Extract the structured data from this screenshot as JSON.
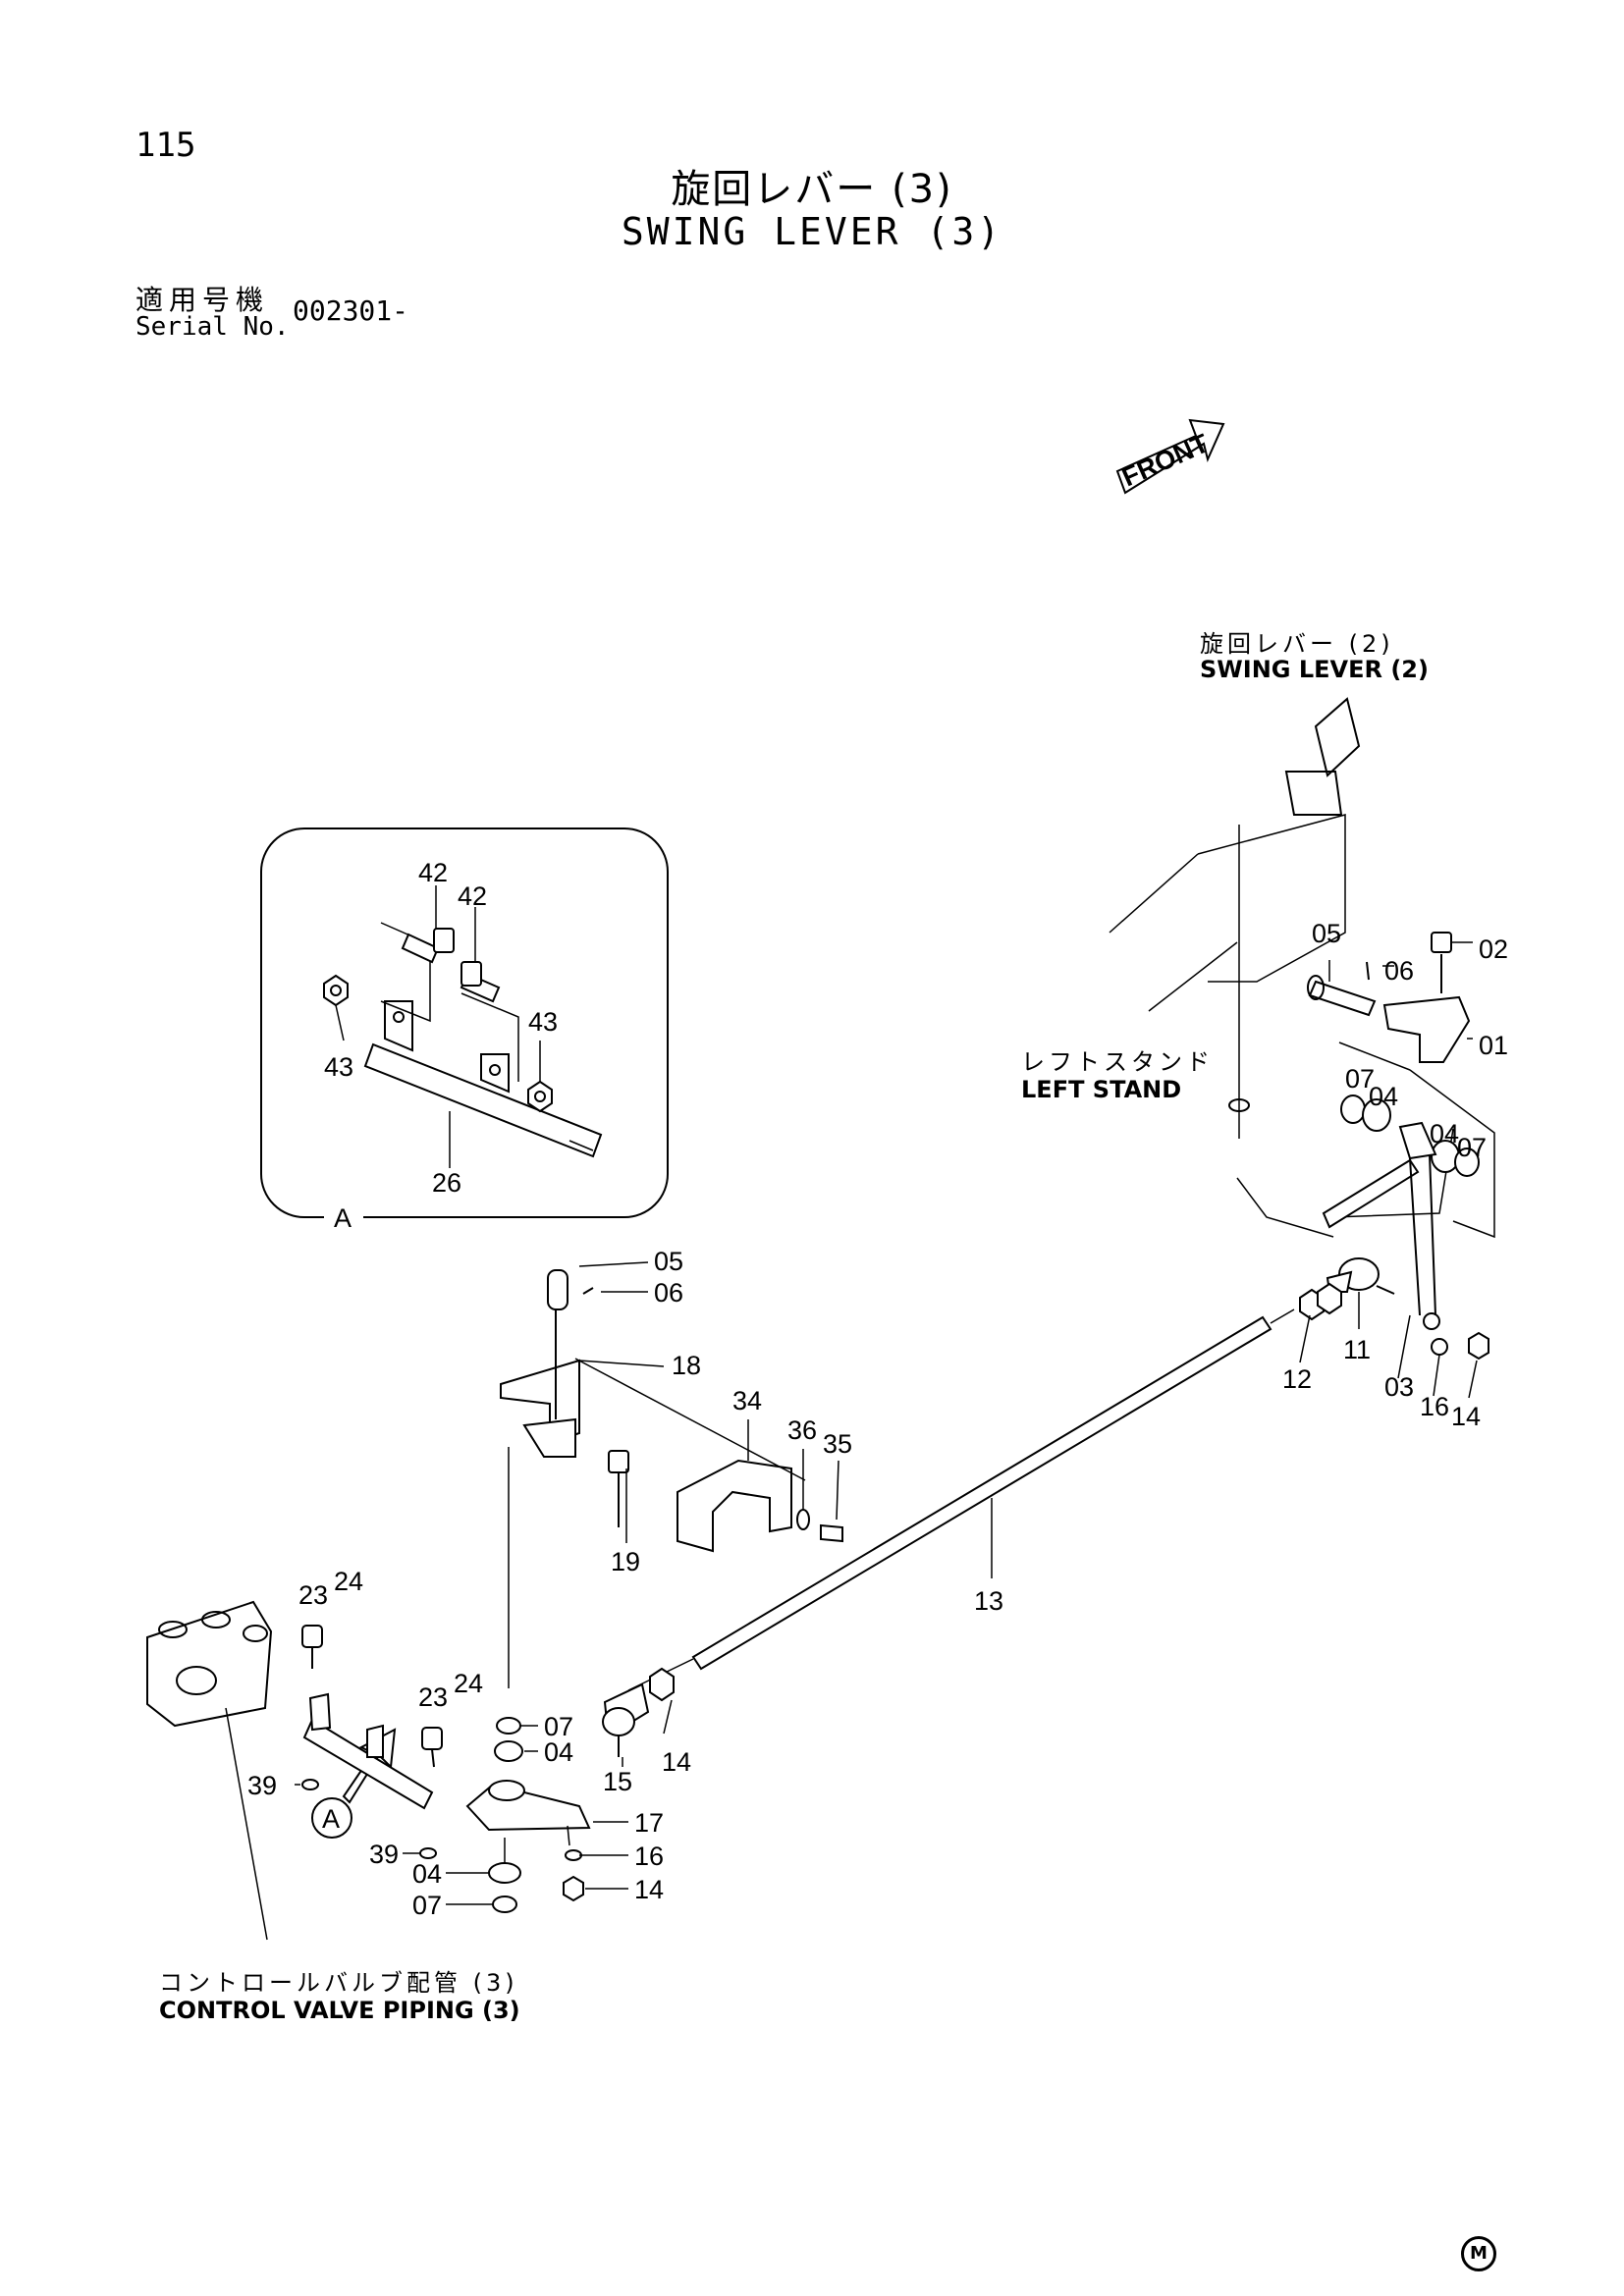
{
  "header": {
    "page_number": "115",
    "title_jp": "旋回レバー (3)",
    "title_en": "SWING LEVER (3)",
    "serial_label_jp": "適用号機",
    "serial_label_en": "Serial No.",
    "serial_value": "002301-"
  },
  "front_label": "FRONT",
  "references": {
    "swing_lever_2_jp": "旋回レバー (2)",
    "swing_lever_2_en": "SWING LEVER (2)",
    "left_stand_jp": "レフトスタンド",
    "left_stand_en": "LEFT STAND",
    "control_valve_jp": "コントロールバルブ配管 (3)",
    "control_valve_en": "CONTROL VALVE PIPING (3)"
  },
  "detail_label": "A",
  "callout_a": "A",
  "footer_mark": "M",
  "part_numbers": {
    "p01": "01",
    "p02": "02",
    "p03": "03",
    "p04": "04",
    "p05": "05",
    "p06": "06",
    "p07": "07",
    "p11": "11",
    "p12": "12",
    "p13": "13",
    "p14": "14",
    "p15": "15",
    "p16": "16",
    "p17": "17",
    "p18": "18",
    "p19": "19",
    "p23": "23",
    "p24": "24",
    "p26": "26",
    "p34": "34",
    "p35": "35",
    "p36": "36",
    "p39": "39",
    "p42": "42",
    "p43": "43"
  }
}
